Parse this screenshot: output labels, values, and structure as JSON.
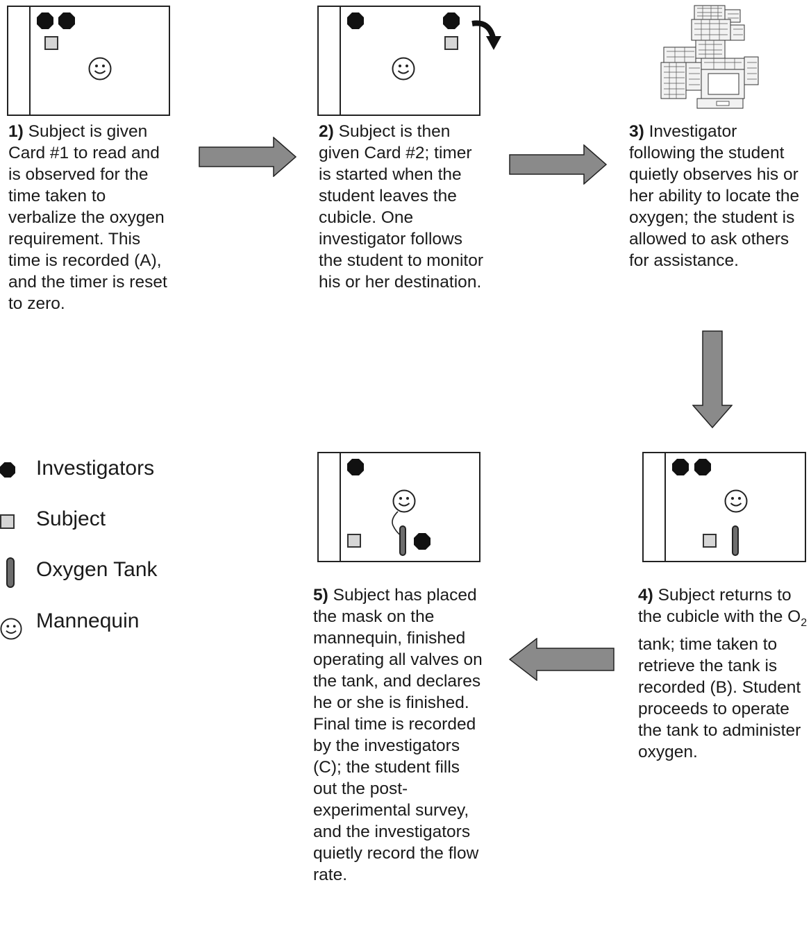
{
  "steps": [
    {
      "num": "1)",
      "text": "Subject is given Card #1 to read and is observed for the time taken to verbalize the oxygen requirement. This time is recorded (A), and the timer is reset to zero."
    },
    {
      "num": "2)",
      "text": "Subject is then given Card #2; timer is started when the student leaves the cubicle. One investigator follows the student to monitor his or her destination."
    },
    {
      "num": "3)",
      "text": "Investigator following the student quietly observes his or her ability to locate the oxygen; the student is allowed to ask others for assistance."
    },
    {
      "num": "4)",
      "text_a": "Subject returns to the cubicle with the O",
      "sub": "2",
      "text_b": " tank; time taken to retrieve the tank is recorded (B). Student proceeds to operate the tank to administer oxygen."
    },
    {
      "num": "5)",
      "text": "Subject has placed the mask on the mannequin, finished operating all valves on the tank, and declares he or she is finished. Final time is recorded by the investigators (C); the student fills out the post-experimental survey, and the investigators quietly record the flow rate."
    }
  ],
  "legend": [
    {
      "label": "Investigators",
      "icon": "octagon-icon"
    },
    {
      "label": "Subject",
      "icon": "square-icon"
    },
    {
      "label": "Oxygen Tank",
      "icon": "cylinder-icon"
    },
    {
      "label": "Mannequin",
      "icon": "smiley-icon"
    }
  ],
  "colors": {
    "arrow_fill": "#8a8a8a",
    "subject_fill": "#d6d6d6",
    "tank_fill": "#6d6d6d",
    "outline": "#222222"
  }
}
